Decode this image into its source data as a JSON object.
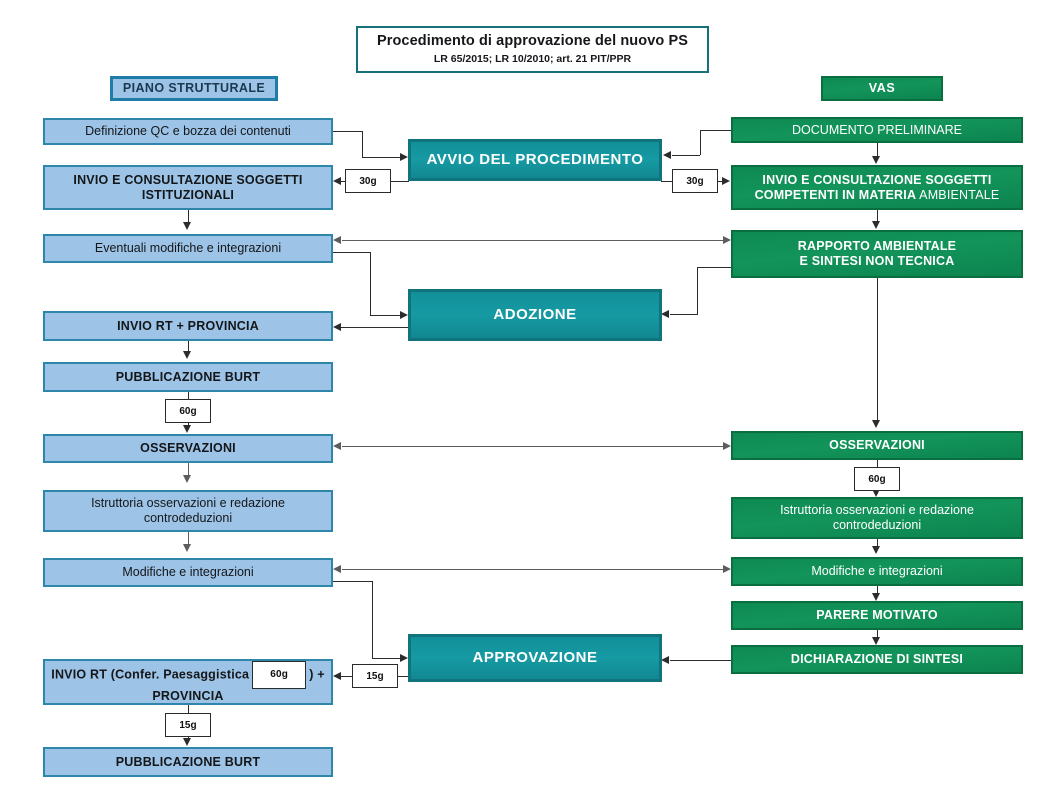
{
  "title": {
    "main": "Procedimento di approvazione del nuovo PS",
    "sub": "LR 65/2015; LR 10/2010; art. 21 PIT/PPR"
  },
  "colors": {
    "blue_fill": "#9dc3e6",
    "blue_border": "#2e86ab",
    "green_fill": "#119055",
    "green_border": "#0b6e41",
    "teal_fill": "#169aa3",
    "teal_border": "#11737c",
    "connector": "#2c2c2c"
  },
  "columns": {
    "left_header": "PIANO STRUTTURALE",
    "right_header": "VAS"
  },
  "left_column": {
    "name": "PIANO STRUTTURALE",
    "nodes": [
      {
        "id": "ps-definizione",
        "label": "Definizione QC e bozza dei contenuti"
      },
      {
        "id": "ps-invio-sogg",
        "label": "INVIO E CONSULTAZIONE SOGGETTI ISTITUZIONALI"
      },
      {
        "id": "ps-eventuali",
        "label": "Eventuali modifiche e integrazioni"
      },
      {
        "id": "ps-invio-rt",
        "label": "INVIO RT + PROVINCIA"
      },
      {
        "id": "ps-pubbl-burt-1",
        "label": "PUBBLICAZIONE BURT"
      },
      {
        "id": "ps-osservazioni",
        "label": "OSSERVAZIONI"
      },
      {
        "id": "ps-istruttoria",
        "label": "Istruttoria osservazioni e redazione controdeduzioni"
      },
      {
        "id": "ps-modifiche",
        "label": "Modifiche e integrazioni"
      },
      {
        "id": "ps-invio-rt-conf",
        "label": "INVIO RT (Confer. Paesaggistica"
      },
      {
        "id": "ps-invio-rt-conf2",
        "label": ") + PROVINCIA"
      },
      {
        "id": "ps-pubbl-burt-2",
        "label": "PUBBLICAZIONE BURT"
      }
    ]
  },
  "right_column": {
    "name": "VAS",
    "nodes": [
      {
        "id": "vas-doc-prelim",
        "label": "DOCUMENTO PRELIMINARE"
      },
      {
        "id": "vas-invio-sogg-a",
        "label": "INVIO E CONSULTAZIONE SOGGETTI"
      },
      {
        "id": "vas-invio-sogg-b",
        "label": "COMPETENTI IN MATERIA"
      },
      {
        "id": "vas-invio-sogg-c",
        "label": " AMBIENTALE"
      },
      {
        "id": "vas-rapporto-a",
        "label": "RAPPORTO AMBIENTALE"
      },
      {
        "id": "vas-rapporto-b",
        "label": "E SINTESI NON TECNICA"
      },
      {
        "id": "vas-osservazioni",
        "label": "OSSERVAZIONI"
      },
      {
        "id": "vas-istruttoria",
        "label": "Istruttoria osservazioni e redazione controdeduzioni"
      },
      {
        "id": "vas-modifiche",
        "label": "Modifiche e integrazioni"
      },
      {
        "id": "vas-parere",
        "label": "PARERE MOTIVATO"
      },
      {
        "id": "vas-dichiarazione",
        "label": "DICHIARAZIONE DI SINTESI"
      }
    ]
  },
  "center_column": {
    "nodes": [
      {
        "id": "c-avvio",
        "label": "AVVIO DEL PROCEDIMENTO"
      },
      {
        "id": "c-adozione",
        "label": "ADOZIONE"
      },
      {
        "id": "c-approvazione",
        "label": "APPROVAZIONE"
      }
    ]
  },
  "day_labels": {
    "avvio_left": "30g",
    "avvio_right": "30g",
    "burt_1": "60g",
    "vas_oss": "60g",
    "conf_paesaggistica": "60g",
    "approvazione_right": "15g",
    "burt_2": "15g"
  }
}
